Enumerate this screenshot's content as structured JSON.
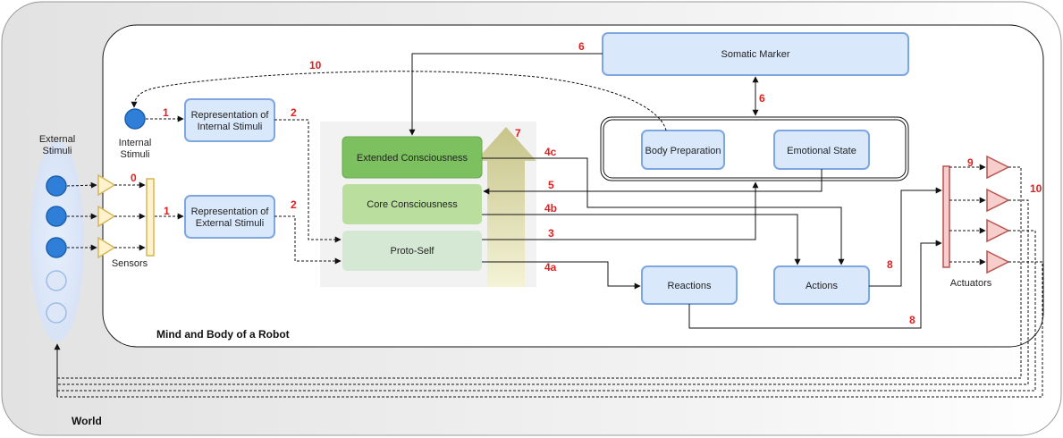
{
  "world": {
    "label": "World"
  },
  "robot": {
    "label": "Mind and Body of a Robot"
  },
  "external_stimuli": {
    "label_line1": "External",
    "label_line2": "Stimuli"
  },
  "internal_stimuli": {
    "label_line1": "Internal",
    "label_line2": "Stimuli"
  },
  "sensors": {
    "label": "Sensors"
  },
  "actuators": {
    "label": "Actuators"
  },
  "nodes": {
    "rep_internal": {
      "line1": "Representation of",
      "line2": "Internal Stimuli"
    },
    "rep_external": {
      "line1": "Representation of",
      "line2": "External Stimuli"
    },
    "extended": "Extended Consciousness",
    "core": "Core Consciousness",
    "proto": "Proto-Self",
    "somatic": "Somatic Marker",
    "body_prep": "Body Preparation",
    "emotional": "Emotional State",
    "reactions": "Reactions",
    "actions": "Actions"
  },
  "numbers": {
    "n0": "0",
    "n1a": "1",
    "n1b": "1",
    "n2a": "2",
    "n2b": "2",
    "n3": "3",
    "n4a": "4a",
    "n4b": "4b",
    "n4c": "4c",
    "n5": "5",
    "n6a": "6",
    "n6b": "6",
    "n7": "7",
    "n8a": "8",
    "n8b": "8",
    "n9": "9",
    "n10a": "10",
    "n10b": "10"
  },
  "colors": {
    "node_fill": "#dae8fc",
    "node_stroke": "#7ea6e0",
    "extended_fill": "#7dc060",
    "core_fill": "#b9de9e",
    "proto_fill": "#d5e8d4",
    "sensor_fill": "#fff2cc",
    "sensor_stroke": "#d6b656",
    "actuator_fill": "#f8cecc",
    "actuator_stroke": "#b85450",
    "stimulus_fill": "#2f7fd8",
    "number_color": "#e02020"
  }
}
